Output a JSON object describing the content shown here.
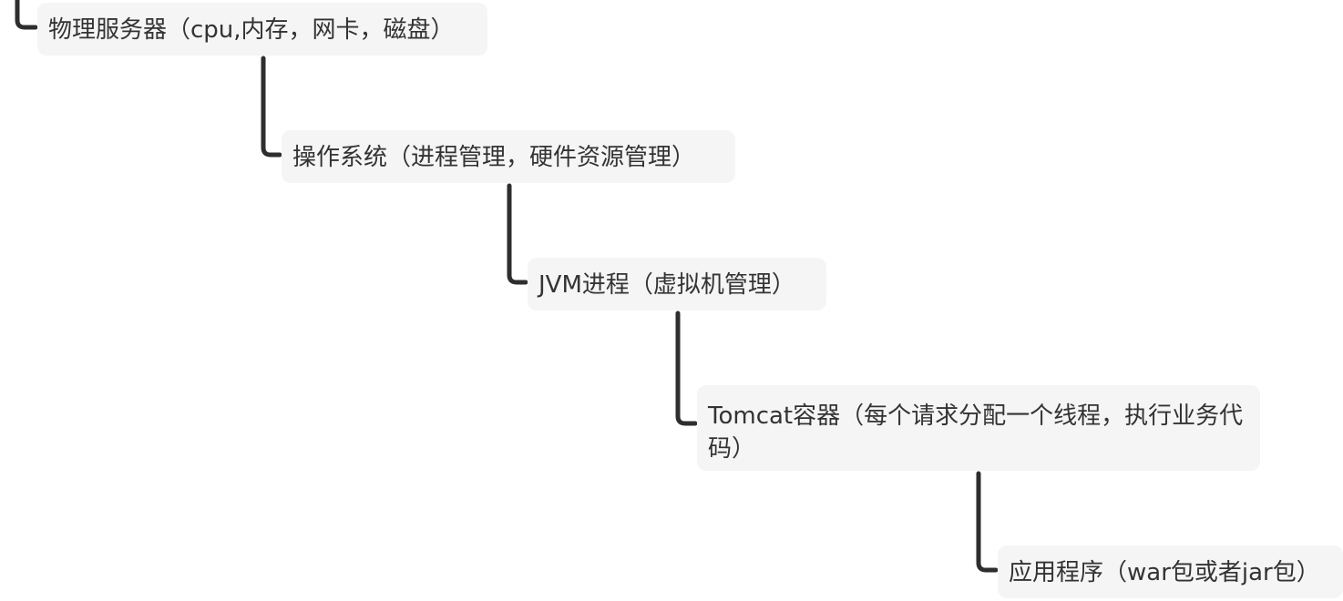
{
  "tree": {
    "nodes": [
      {
        "label": "物理服务器（cpu,内存，网卡，磁盘）"
      },
      {
        "label": "操作系统（进程管理，硬件资源管理）"
      },
      {
        "label": "JVM进程（虚拟机管理）"
      },
      {
        "label": "Tomcat容器（每个请求分配一个线程，执行业务代码）"
      },
      {
        "label": "应用程序（war包或者jar包）"
      }
    ]
  },
  "colors": {
    "node_background": "#f5f5f5",
    "connector": "#2e2e2e",
    "text": "#333333"
  }
}
